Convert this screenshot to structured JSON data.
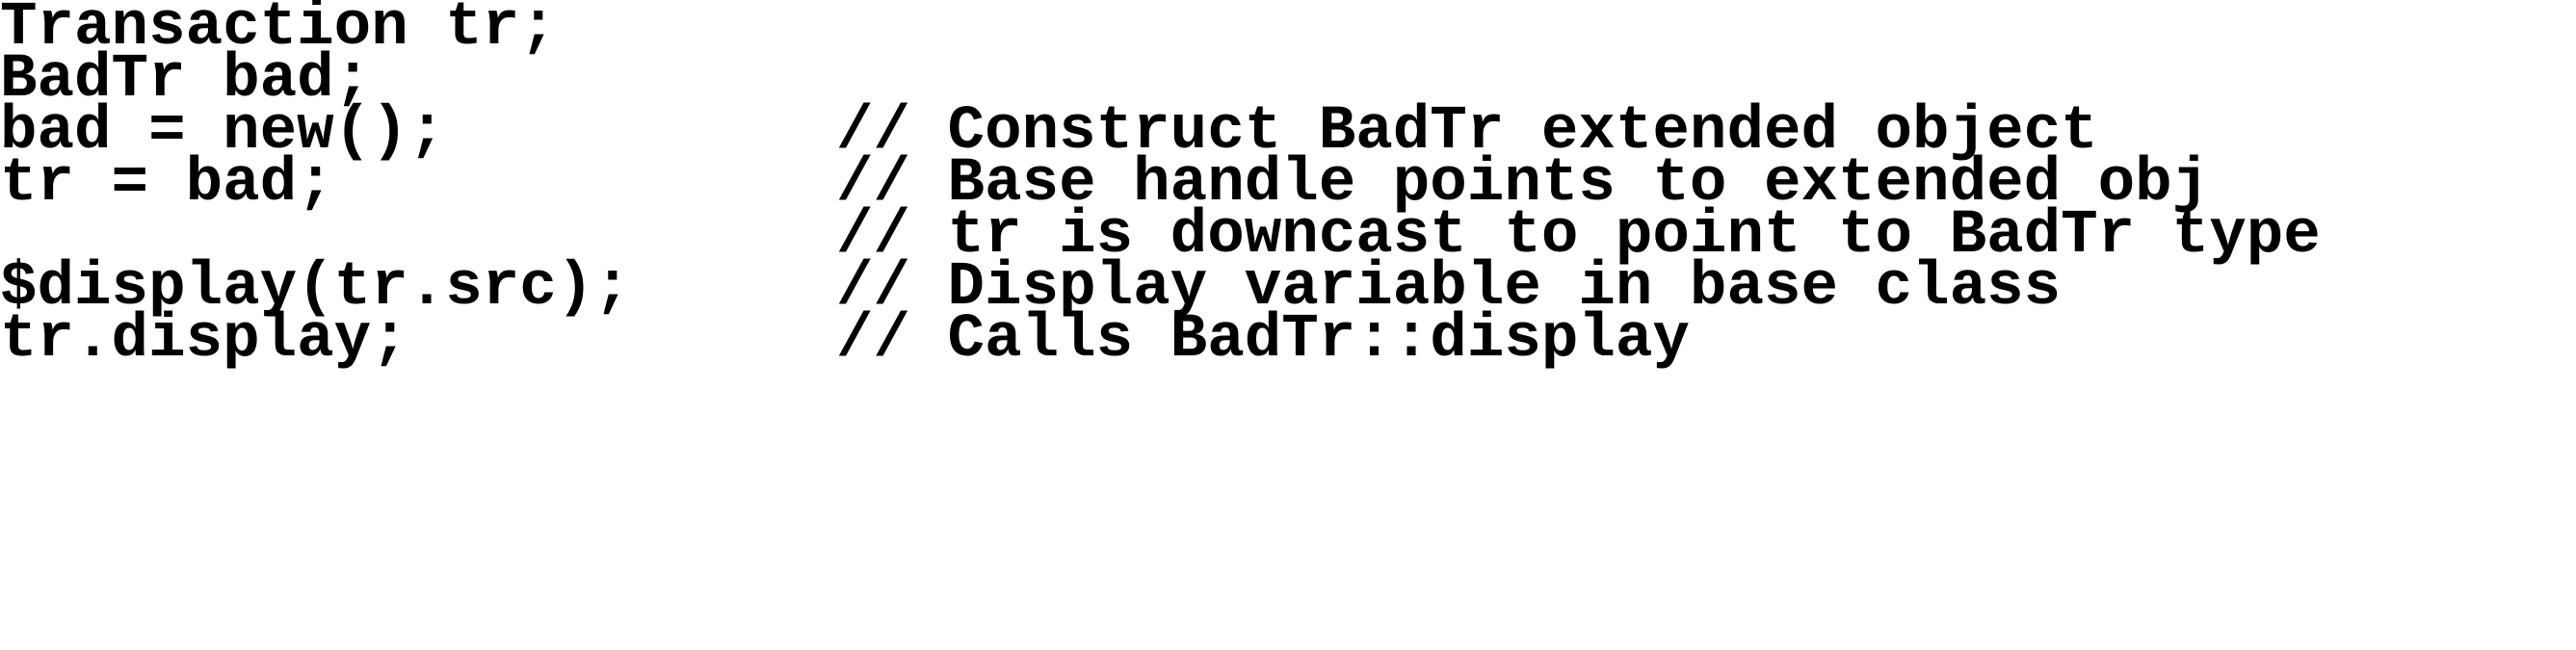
{
  "lines": [
    {
      "code": "Transaction tr;",
      "comment": ""
    },
    {
      "code": "BadTr bad;",
      "comment": ""
    },
    {
      "code": "bad = new();",
      "comment": "// Construct BadTr extended object"
    },
    {
      "code": "tr = bad;",
      "comment": "// Base handle points to extended obj"
    },
    {
      "code": "",
      "comment": "// tr is downcast to point to BadTr type"
    },
    {
      "code": "$display(tr.src);",
      "comment": "// Display variable in base class"
    },
    {
      "code": "tr.display;",
      "comment": "// Calls BadTr::display"
    }
  ]
}
